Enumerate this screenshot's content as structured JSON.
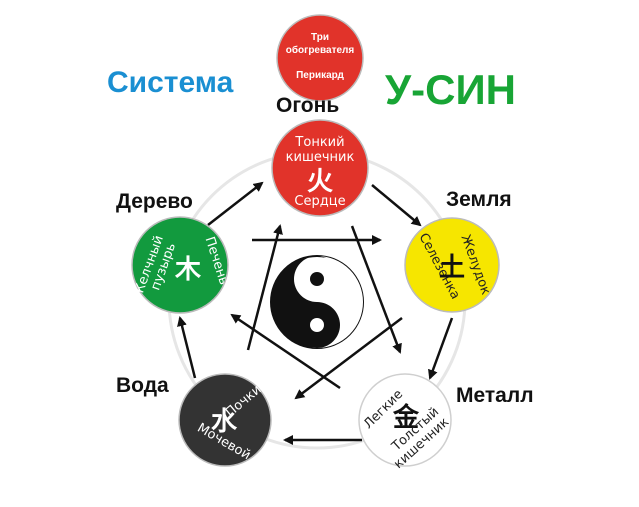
{
  "title": {
    "left": "Система",
    "right": "У-СИН"
  },
  "colors": {
    "fire": "#e1332a",
    "earth": "#f6e600",
    "metal": "#ffffff",
    "water": "#333333",
    "wood": "#129a3e",
    "title_left": "#1a8fd2",
    "title_right": "#18a535"
  },
  "top_circle": {
    "line1": "Три",
    "line2": "обогревателя",
    "line3": "Перикард"
  },
  "elements": {
    "fire": {
      "label": "Огонь",
      "organ_top": "Тонкий",
      "organ_top2": "кишечник",
      "organ_bottom": "Сердце",
      "glyph": "火"
    },
    "earth": {
      "label": "Земля",
      "organ_a": "Желудок",
      "organ_b": "Селезенка",
      "glyph": "土"
    },
    "metal": {
      "label": "Металл",
      "organ_a": "Легкие",
      "organ_b": "Толстый",
      "organ_b2": "кишечник",
      "glyph": "金"
    },
    "water": {
      "label": "Вода",
      "organ_a": "Почки",
      "organ_b": "Мочевой",
      "glyph": "水"
    },
    "wood": {
      "label": "Дерево",
      "organ_a": "Желчный",
      "organ_a2": "пузырь",
      "organ_b": "Печень",
      "glyph": "木"
    }
  }
}
